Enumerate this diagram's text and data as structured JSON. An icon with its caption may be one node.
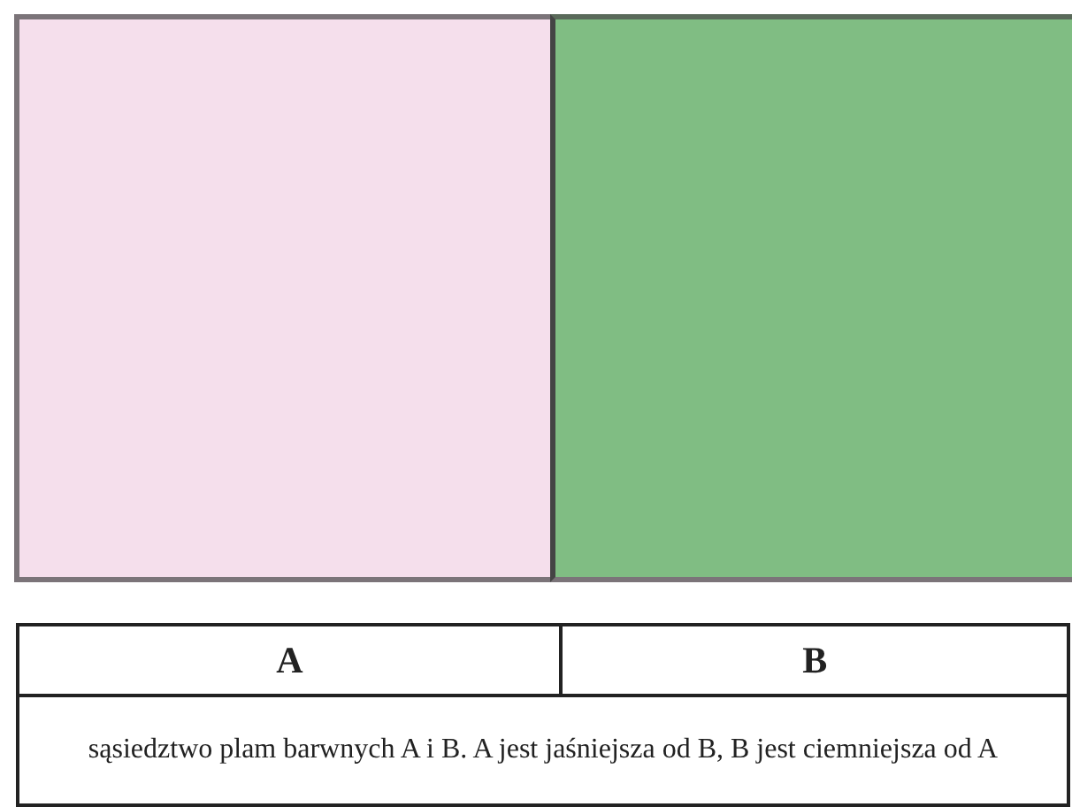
{
  "diagram": {
    "labels": [
      "A",
      "B",
      "sąsiedztwo plam barwnych A i B. A jest jaśniejsza od B, B jest ciemniejsza od A"
    ]
  }
}
